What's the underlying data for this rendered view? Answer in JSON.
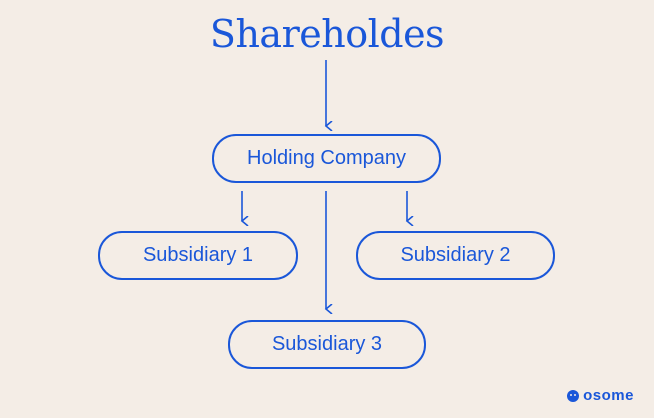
{
  "diagram": {
    "title": "Shareholdes",
    "nodes": {
      "holding": "Holding Company",
      "subsidiary_1": "Subsidiary 1",
      "subsidiary_2": "Subsidiary 2",
      "subsidiary_3": "Subsidiary 3"
    }
  },
  "brand": {
    "logo_text": "osome",
    "icon": "face-logo-icon"
  },
  "colors": {
    "background": "#f4ede6",
    "accent": "#1a57d9"
  }
}
